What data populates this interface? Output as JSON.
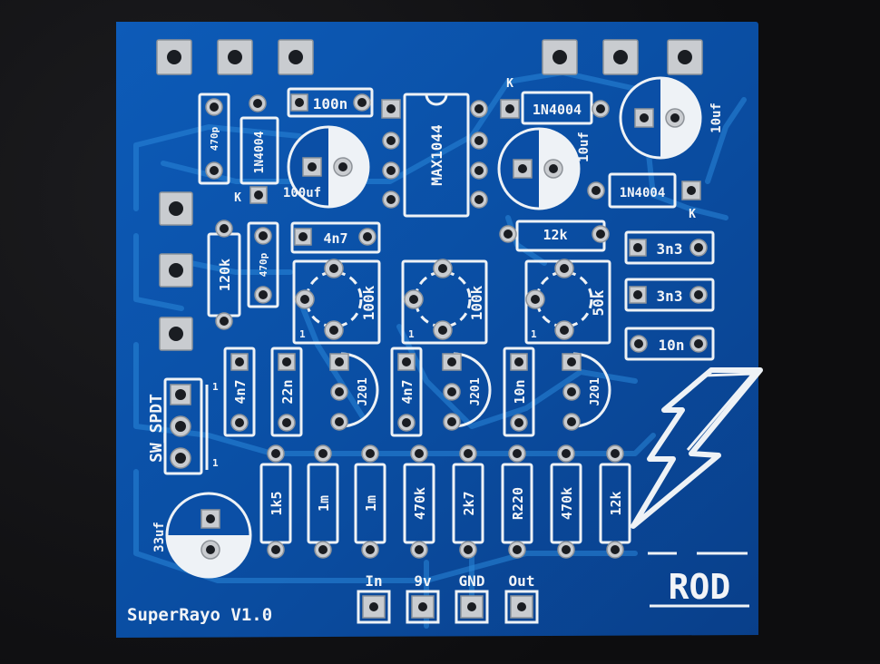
{
  "board": {
    "title": "SuperRayo V1.0",
    "logo": "ROD",
    "switch_label": "SW_SPDT",
    "io_labels": [
      "In",
      "9v",
      "GND",
      "Out"
    ],
    "ic_label": "MAX1044",
    "colors": {
      "background": "#101012",
      "pcb": "#0b4fa6",
      "silkscreen": "#eef2f6",
      "pad": "#c9ccd0"
    },
    "components": {
      "c_100n": "100n",
      "c_470p_a": "470p",
      "c_470p_b": "470p",
      "d_1n4004_a": "1N4004",
      "d_1n4004_b": "1N4004",
      "d_1n4004_c": "1N4004",
      "cap_100uf": "100uf",
      "cap_10uf_a": "10uf",
      "cap_10uf_b": "10uf",
      "cap_33uf": "33uf",
      "k_a": "K",
      "k_b": "K",
      "k_c": "K",
      "r_120k": "120k",
      "c_4n7_top": "4n7",
      "r_12k_top": "12k",
      "pot_100k_a": "100k",
      "pot_100k_b": "100k",
      "pot_50k": "50k",
      "c_3n3_a": "3n3",
      "c_3n3_b": "3n3",
      "c_10n_right": "10n",
      "c_4n7_a": "4n7",
      "c_22n": "22n",
      "c_4n7_b": "4n7",
      "c_10n_mid": "10n",
      "jfet_a": "J201",
      "jfet_b": "J201",
      "jfet_c": "J201",
      "r_1k5": "1k5",
      "r_1m_a": "1m",
      "r_1m_b": "1m",
      "r_470k_a": "470k",
      "r_2k7": "2k7",
      "r_r220": "R220",
      "r_470k_b": "470k",
      "r_12k_bottom": "12k",
      "pot_pin_1a": "1",
      "pot_pin_1b": "1",
      "pot_pin_1c": "1",
      "sw_pin_a": "1",
      "sw_pin_b": "1"
    }
  }
}
